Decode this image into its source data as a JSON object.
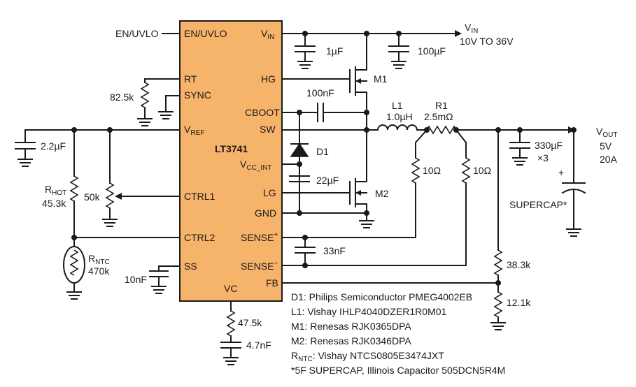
{
  "chip": {
    "name": "LT3741",
    "pins_left": {
      "en_uvlo": "EN/UVLO",
      "rt": "RT",
      "sync": "SYNC",
      "vref_main": "V",
      "vref_sub": "REF",
      "ctrl1": "CTRL1",
      "ctrl2": "CTRL2",
      "ss": "SS"
    },
    "pins_right": {
      "vin_main": "V",
      "vin_sub": "IN",
      "hg": "HG",
      "cboot": "CBOOT",
      "sw": "SW",
      "vccint_main": "V",
      "vccint_sub": "CC_INT",
      "lg": "LG",
      "gnd": "GND",
      "senseplus_main": "SENSE",
      "senseplus_sup": "+",
      "senseminus_main": "SENSE",
      "senseminus_sup": "−",
      "fb": "FB"
    },
    "pins_bottom": {
      "vc": "VC"
    },
    "color": "#F6B36A"
  },
  "labels": {
    "en_uvlo_input": "EN/UVLO",
    "vin_title_main": "V",
    "vin_title_sub": "IN",
    "vin_range": "10V TO 36V",
    "vout_title_main": "V",
    "vout_title_sub": "OUT",
    "vout_voltage": "5V",
    "vout_current": "20A"
  },
  "components": {
    "c_vin1": "1µF",
    "c_vin2": "100µF",
    "m1": "M1",
    "m2": "M2",
    "c_boot": "100nF",
    "l1_name": "L1",
    "l1_value": "1.0µH",
    "r1_name": "R1",
    "r1_value": "2.5mΩ",
    "r_sense1": "10Ω",
    "r_sense2": "10Ω",
    "c_out_value": "330µF",
    "c_out_count": "×3",
    "supercap": "SUPERCAP*",
    "plus_sign": "+",
    "d1": "D1",
    "c_vcc": "22µF",
    "c_sense": "33nF",
    "r_fb_top": "38.3k",
    "r_fb_bot": "12.1k",
    "r_rt": "82.5k",
    "c_vref": "2.2µF",
    "pot": "50k",
    "r_hot_main": "R",
    "r_hot_sub": "HOT",
    "r_hot_value": "45.3k",
    "r_ntc_main": "R",
    "r_ntc_sub": "NTC",
    "r_ntc_value": "470k",
    "c_ss": "10nF",
    "r_vc": "47.5k",
    "c_vc": "4.7nF"
  },
  "bom": {
    "d1": "D1: Philips Semiconductor PMEG4002EB",
    "l1": "L1: Vishay IHLP4040DZER1R0M01",
    "m1": "M1: Renesas RJK0365DPA",
    "m2": "M2: Renesas RJK0346DPA",
    "rntc_prefix": "R",
    "rntc_sub": "NTC",
    "rntc_rest": ": Vishay NTCS0805E3474JXT",
    "supercap": "*5F SUPERCAP, Illinois Capacitor 505DCN5R4M"
  }
}
